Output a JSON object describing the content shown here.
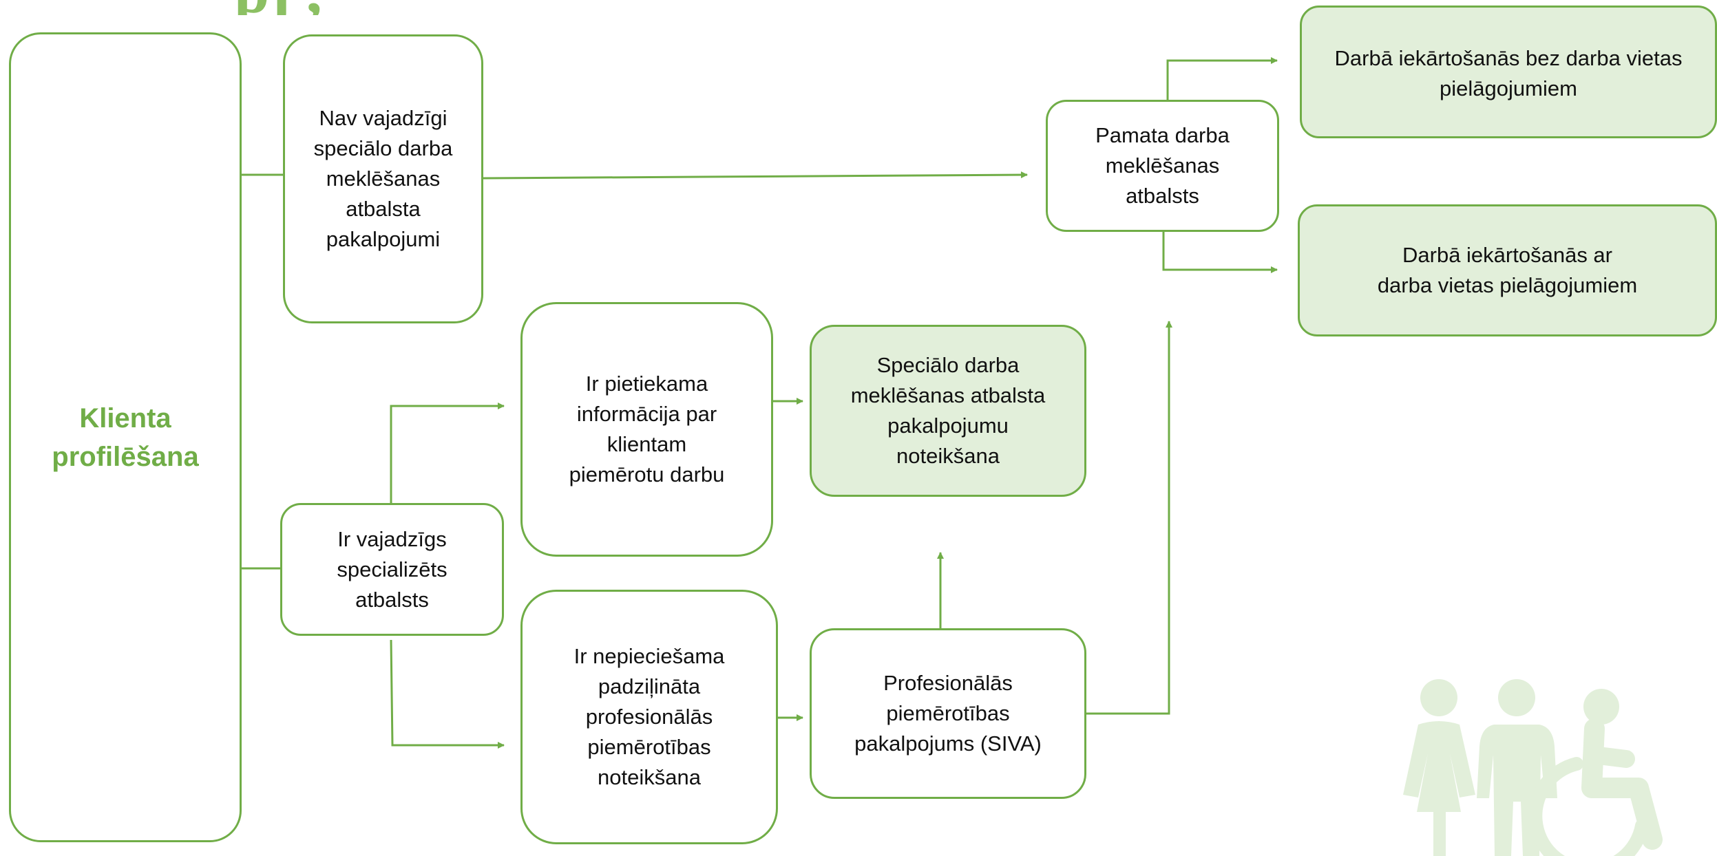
{
  "heading_fragment": "pj ,",
  "client_profiling": "Klienta\nprofilēšana",
  "nodes": {
    "no_special_services": "Nav vajadzīgi\nspeciālo darba\nmeklēšanas\natbalsta\npakalpojumi",
    "specialized_support": "Ir vajadzīgs\nspecializēts\natbalsts",
    "sufficient_info": "Ir pietiekama\ninformācija par\nklientam\npiemērotu darbu",
    "in_depth_assessment": "Ir nepieciešama\npadziļināta\nprofesionālās\npiemērotības\nnoteikšana",
    "special_services_determination": "Speciālo darba\nmeklēšanas atbalsta\npakalpojumu\nnoteikšana",
    "siva_service": "Profesionālās\npiemērotības\npakalpojums (SIVA)",
    "basic_job_search": "Pamata darba\nmeklēšanas\natbalsts",
    "employment_without_adaptation": "Darbā iekārtošanās bez darba vietas\npielāgojumiem",
    "employment_with_adaptation": "Darbā iekārtošanās ar\ndarba vietas pielāgojumiem"
  },
  "colors": {
    "accent_green": "#70ad47",
    "light_fill": "#e2efda",
    "people_icon": "#e2efda"
  },
  "icons": [
    "woman-icon",
    "man-icon",
    "wheelchair-user-icon"
  ]
}
